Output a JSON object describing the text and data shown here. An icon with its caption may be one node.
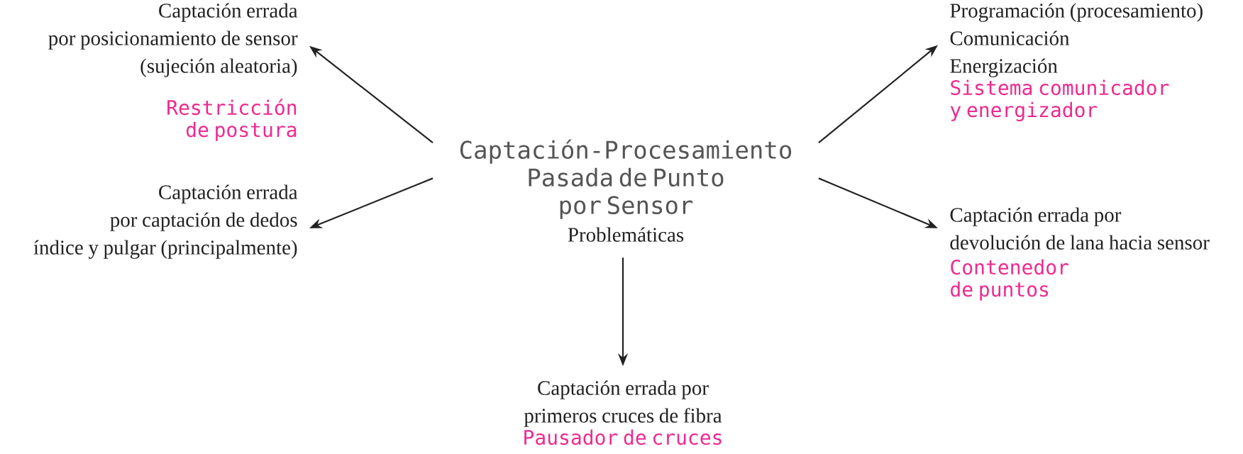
{
  "diagram": {
    "nodes": [
      {
        "text": [
          "Captación-Procesamiento Pasada de Punto por Sensor",
          "Problemáticas"
        ]
      },
      {
        "text": [
          "Captación errada por posicionamiento de sensor (sujeción aleatoria)",
          "Restricción de postura"
        ]
      },
      {
        "text": [
          "Captación errada por captación de dedos índice y pulgar (principalmente)"
        ]
      },
      {
        "text": [
          "Captación errada por primeros cruces de fibra",
          "Pausador de cruces"
        ]
      },
      {
        "text": [
          "Programación (procesamiento)",
          "Comunicación",
          "Energización",
          "Sistema comunicador y energizador"
        ]
      },
      {
        "text": [
          "Captación errada por devolución de lana hacia sensor",
          "Contenedor de puntos"
        ]
      }
    ],
    "edges": [
      {
        "from": 0,
        "to": 1,
        "arrow": "to"
      },
      {
        "from": 0,
        "to": 2,
        "arrow": "to"
      },
      {
        "from": 0,
        "to": 3,
        "arrow": "to"
      },
      {
        "from": 0,
        "to": 4,
        "arrow": "to"
      },
      {
        "from": 0,
        "to": 5,
        "arrow": "to"
      }
    ]
  }
}
